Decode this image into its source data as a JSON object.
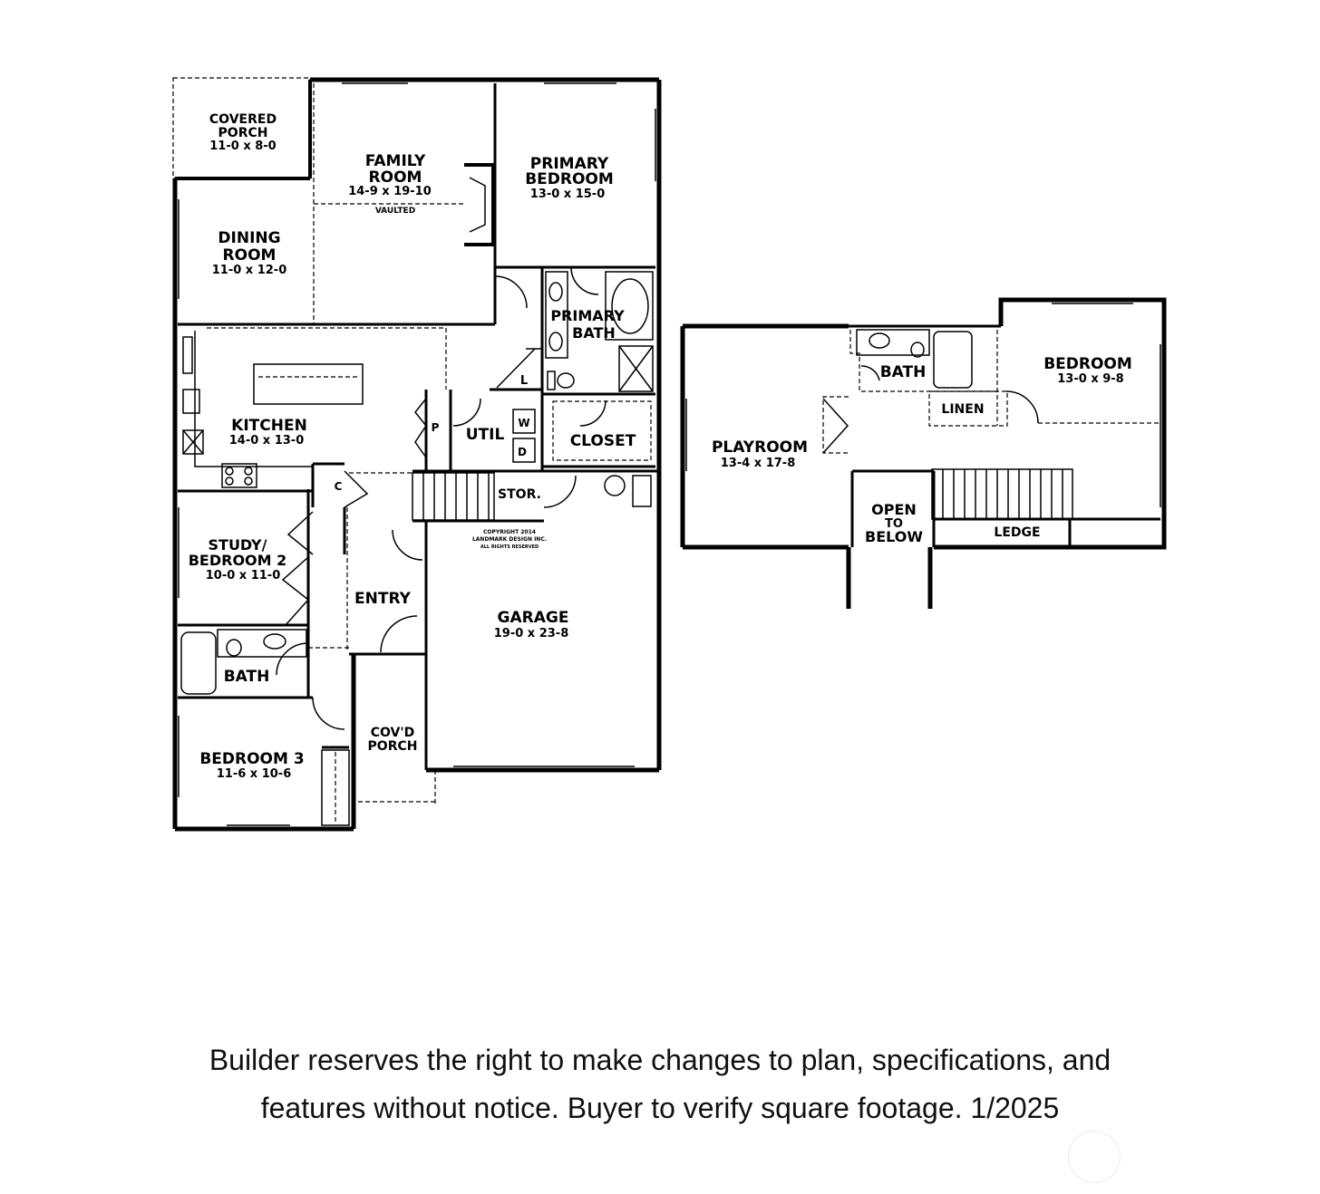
{
  "floorplan": {
    "main_level": {
      "covered_porch": {
        "label_1": "COVERED",
        "label_2": "PORCH",
        "dim": "11-0 x 8-0"
      },
      "family_room": {
        "label_1": "FAMILY",
        "label_2": "ROOM",
        "dim": "14-9 x 19-10",
        "note": "VAULTED"
      },
      "primary_bedroom": {
        "label_1": "PRIMARY",
        "label_2": "BEDROOM",
        "dim": "13-0 x 15-0"
      },
      "dining_room": {
        "label_1": "DINING",
        "label_2": "ROOM",
        "dim": "11-0 x 12-0"
      },
      "primary_bath": {
        "label_1": "PRIMARY",
        "label_2": "BATH"
      },
      "linen_closet_mark": "L",
      "kitchen": {
        "label": "KITCHEN",
        "dim": "14-0 x 13-0"
      },
      "pantry_mark": "P",
      "util": "UTIL",
      "washer_mark": "W",
      "dryer_mark": "D",
      "closet": "CLOSET",
      "coat_closet_mark": "C",
      "storage": "STOR.",
      "copyright": {
        "line_1": "COPYRIGHT 2014",
        "line_2": "LANDMARK DESIGN INC.",
        "line_3": "ALL RIGHTS RESERVED"
      },
      "study": {
        "label_1": "STUDY/",
        "label_2": "BEDROOM 2",
        "dim": "10-0 x 11-0"
      },
      "entry": "ENTRY",
      "garage": {
        "label": "GARAGE",
        "dim": "19-0 x 23-8"
      },
      "bath": "BATH",
      "front_porch": {
        "label_1": "COV'D",
        "label_2": "PORCH"
      },
      "bedroom_3": {
        "label": "BEDROOM 3",
        "dim": "11-6 x 10-6"
      }
    },
    "upper_level": {
      "playroom": {
        "label": "PLAYROOM",
        "dim": "13-4 x 17-8"
      },
      "bath": "BATH",
      "linen": "LINEN",
      "bedroom": {
        "label": "BEDROOM",
        "dim": "13-0 x 9-8"
      },
      "open_to_below": {
        "line_1": "OPEN",
        "line_2": "TO",
        "line_3": "BELOW"
      },
      "ledge": "LEDGE"
    }
  },
  "disclaimer": {
    "line_1": "Builder reserves the right to make changes to plan, specifications, and",
    "line_2": "features without notice. Buyer to verify square footage. 1/2025"
  }
}
